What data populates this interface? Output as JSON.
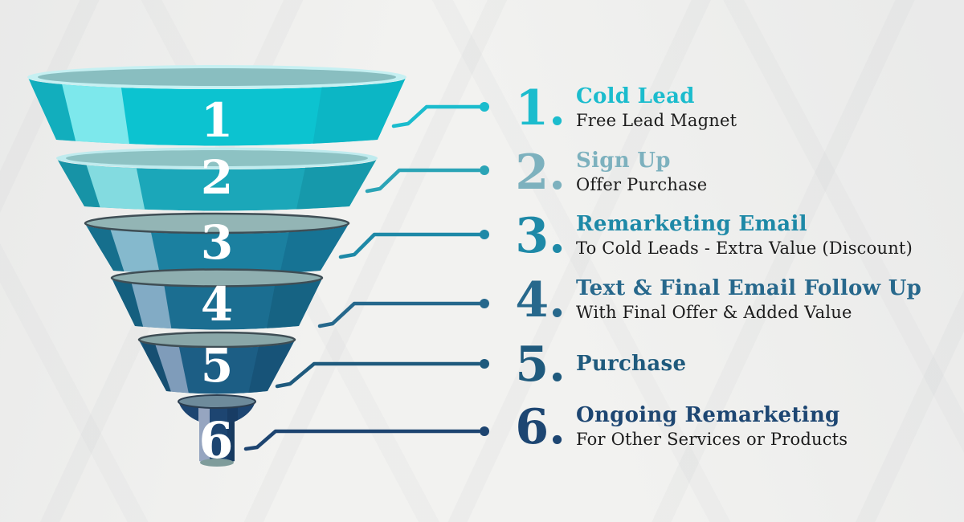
{
  "background": {
    "base": "#f2f2f0"
  },
  "funnel": {
    "number_color": "#ffffff",
    "segments": [
      {
        "label": "1",
        "body": "#0cc3d0",
        "light": "#7de8ec",
        "edge": "#12aebd",
        "shade": "#0cb6c5",
        "top": "#89bec0",
        "rim": "#c6f0f2"
      },
      {
        "label": "2",
        "body": "#1ba7b9",
        "light": "#83dbe0",
        "edge": "#1793a6",
        "shade": "#1699ab",
        "top": "#8dc2c3",
        "rim": "#bfebee"
      },
      {
        "label": "3",
        "body": "#1b80a0",
        "light": "#85b9cd",
        "edge": "#166f8d",
        "shade": "#167394",
        "top": "#93b5b5",
        "rim_stroke": "#3f4e55"
      },
      {
        "label": "4",
        "body": "#1b6e91",
        "light": "#82abc5",
        "edge": "#155f7f",
        "shade": "#166383",
        "top": "#8fafb0",
        "rim_stroke": "#3f4e55"
      },
      {
        "label": "5",
        "body": "#1c5e85",
        "light": "#7f9cba",
        "edge": "#164f72",
        "shade": "#175378",
        "top": "#8aa7a8",
        "rim_stroke": "#3f4e55"
      },
      {
        "label": "6",
        "body": "#1d4571",
        "light": "#96a5c0",
        "edge": "#173a5f",
        "shade": "#183c64",
        "top": "#6e8b9b",
        "rim_stroke": "#2c3e50",
        "spout_cap": "#7f9c9b"
      }
    ]
  },
  "steps": [
    {
      "num": "1.",
      "title": "Cold Lead",
      "subtitle": "Free Lead Magnet",
      "accent": "#1bbccd",
      "connector": "#1bbccd"
    },
    {
      "num": "2.",
      "title": "Sign Up",
      "subtitle": "Offer Purchase",
      "accent": "#7db1be",
      "connector": "#2ba4b6"
    },
    {
      "num": "3.",
      "title": "Remarketing Email",
      "subtitle": "To Cold Leads - Extra Value (Discount)",
      "accent": "#1e89a7",
      "connector": "#1e89a7"
    },
    {
      "num": "4.",
      "title": "Text & Final Email Follow Up",
      "subtitle": "With Final Offer & Added Value",
      "accent": "#27688c",
      "connector": "#26688c"
    },
    {
      "num": "5.",
      "title": "Purchase",
      "subtitle": "",
      "accent": "#1f5a7d",
      "connector": "#1f5a7d"
    },
    {
      "num": "6.",
      "title": "Ongoing Remarketing",
      "subtitle": "For Other Services or Products",
      "accent": "#1d4672",
      "connector": "#1d4470"
    }
  ]
}
